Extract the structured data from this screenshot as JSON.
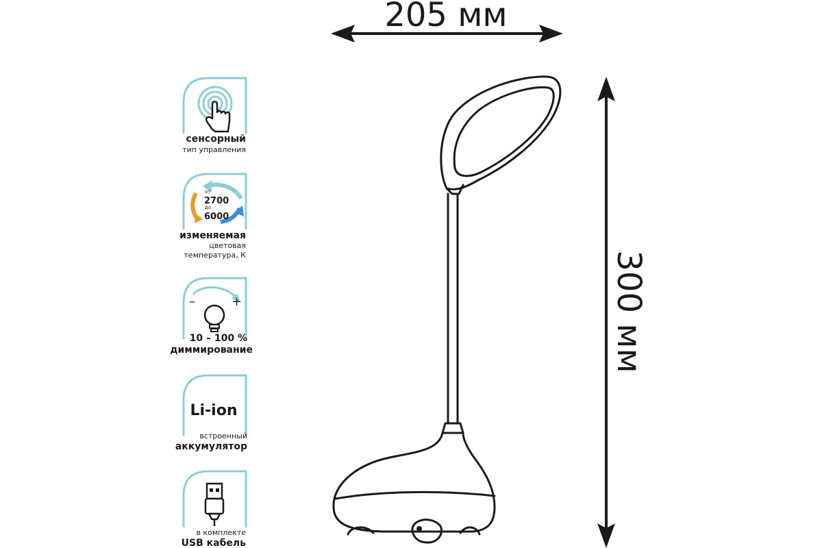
{
  "dimensions": {
    "width_label": "205 мм",
    "height_label": "300 мм"
  },
  "features": [
    {
      "icon": "touch-hand-icon",
      "line1": "сенсорный",
      "line2": "тип управления"
    },
    {
      "icon": "color-temperature-icon",
      "range_from_prefix": "от",
      "range_from": "2700",
      "range_to_prefix": "до",
      "range_to": "6000",
      "line1": "изменяемая",
      "line2": "цветовая",
      "line3": "температура, К"
    },
    {
      "icon": "dimming-bulb-icon",
      "minus": "–",
      "plus": "+",
      "line1": "10 – 100 %",
      "line2": "диммирование"
    },
    {
      "icon": "battery-text-icon",
      "badge_text": "Li-ion",
      "line1": "встроенный",
      "line2": "аккумулятор"
    },
    {
      "icon": "usb-cable-icon",
      "line1": "в комплекте",
      "line2": "USB кабель"
    }
  ],
  "colors": {
    "frame": "#8ecdd6",
    "arrow_warm": "#e79a2a",
    "arrow_cool": "#3b8ed8",
    "ink": "#1a1a1a"
  }
}
